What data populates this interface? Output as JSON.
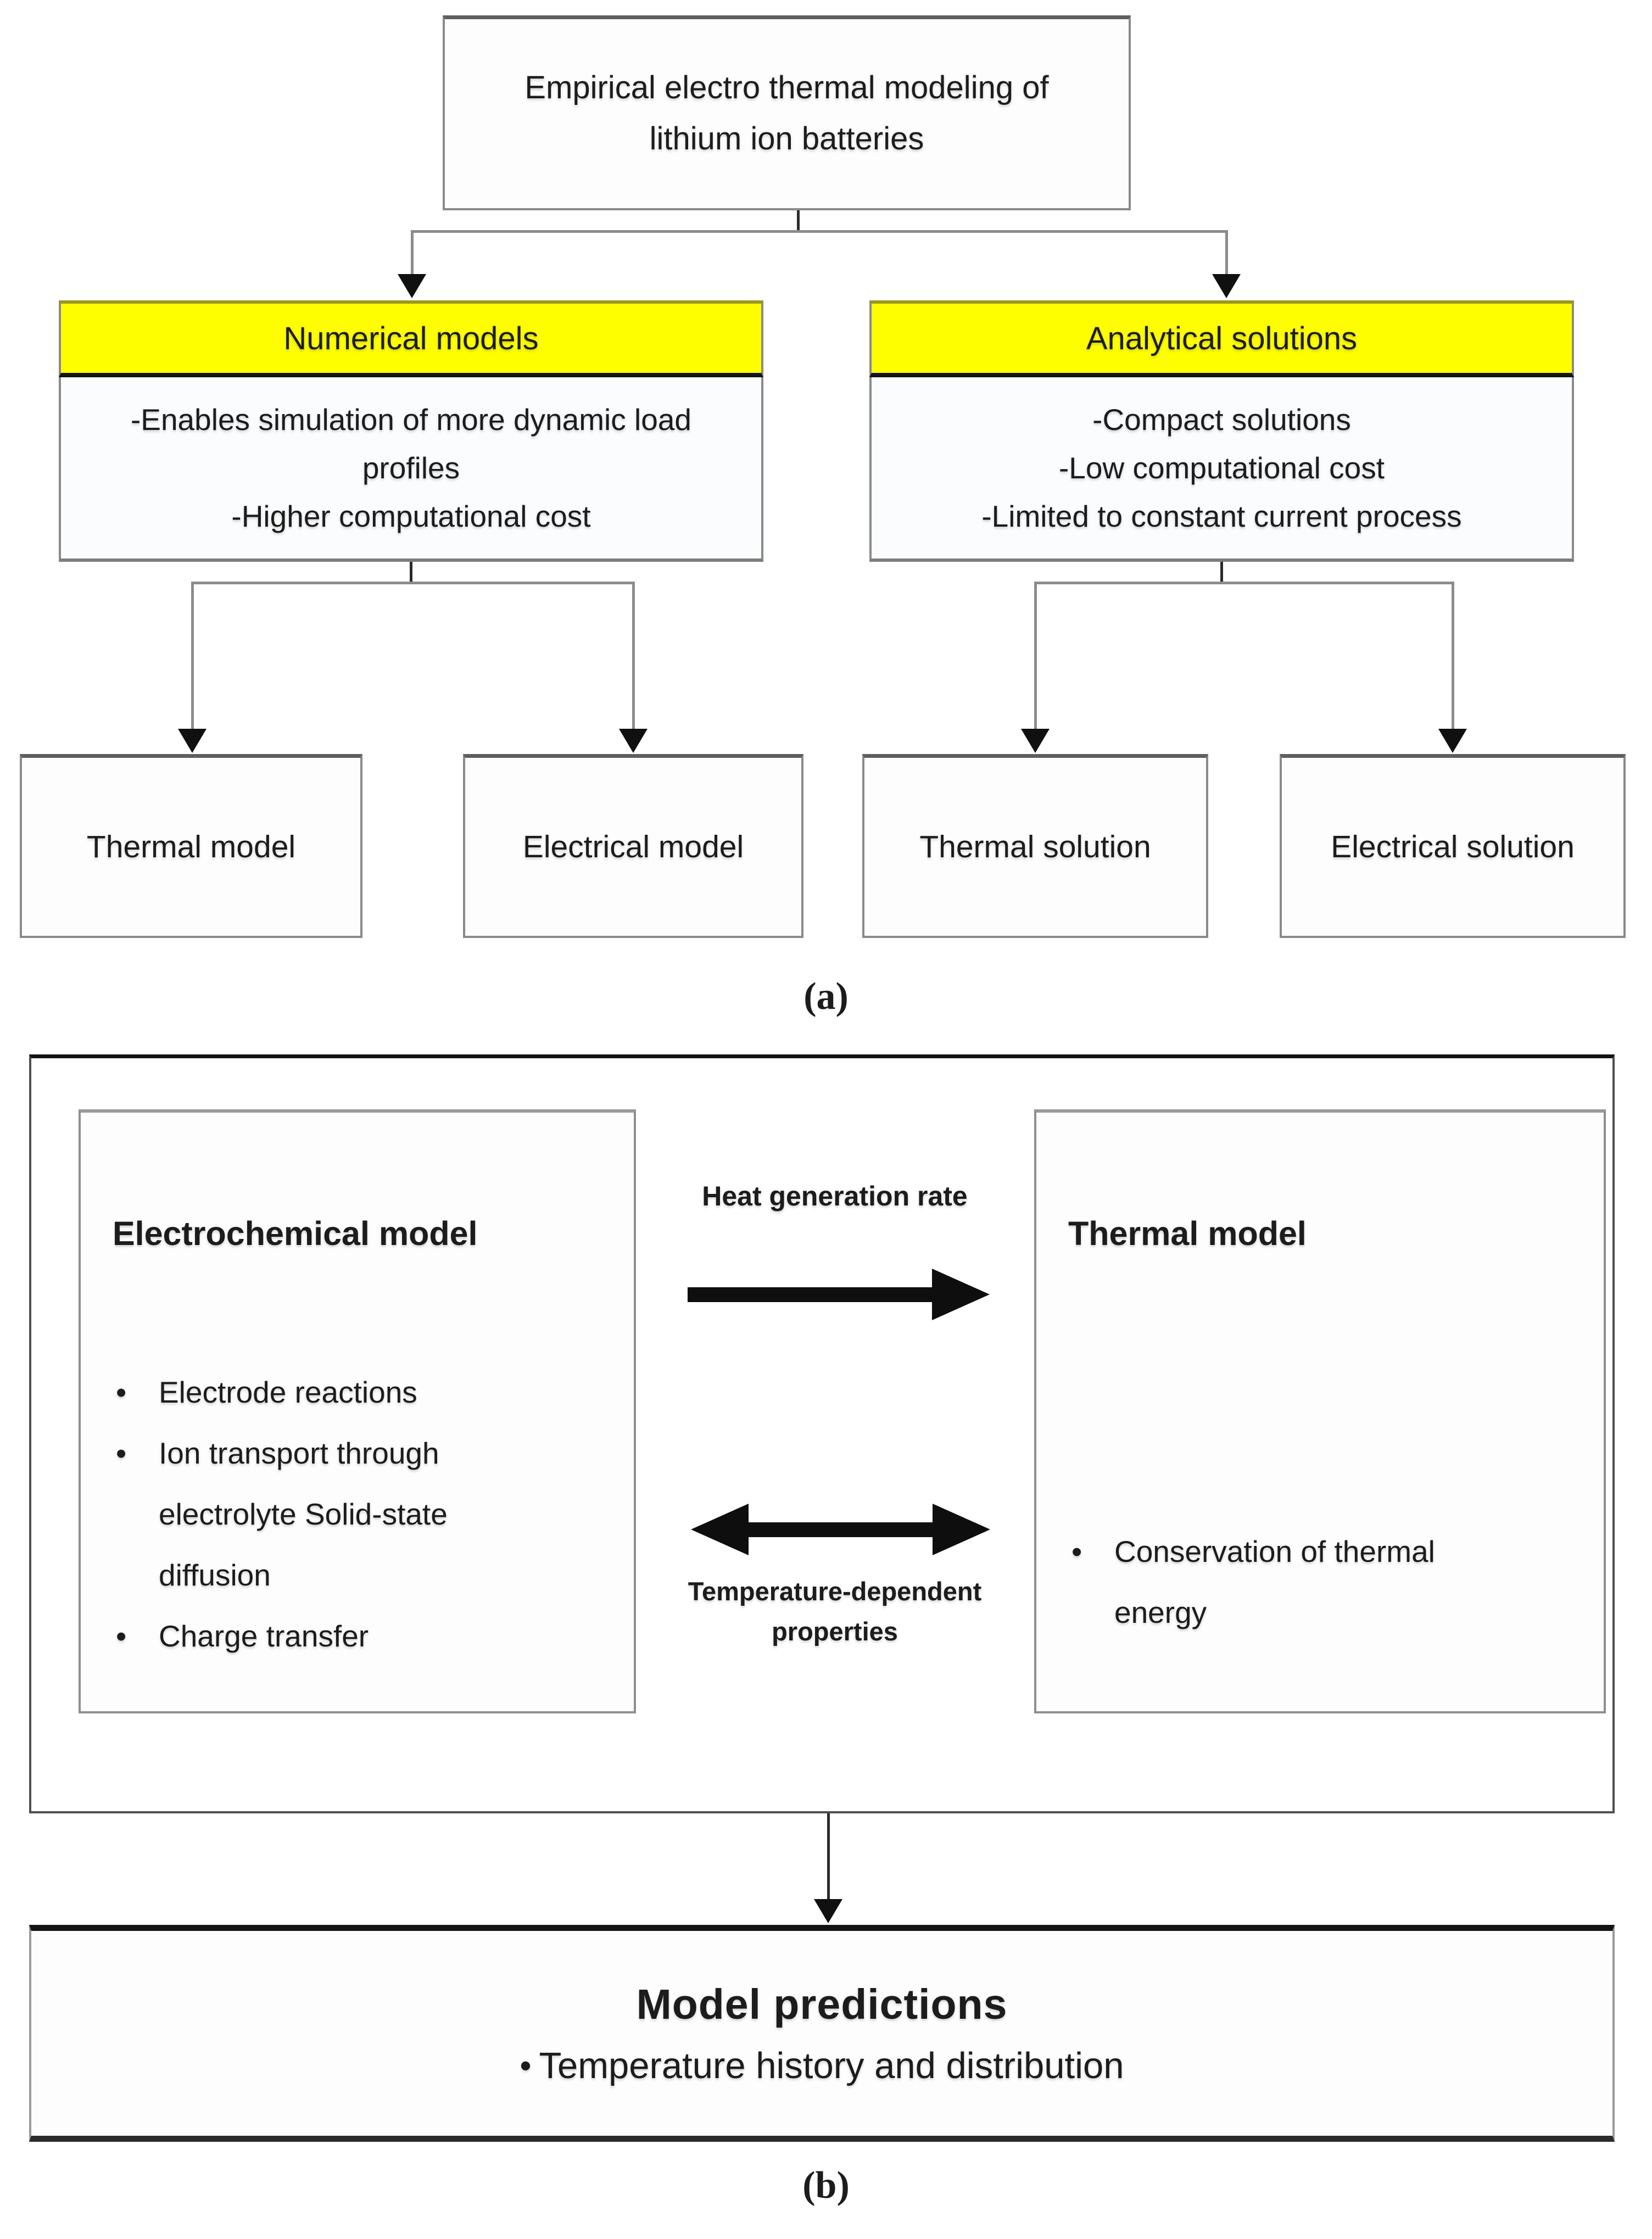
{
  "labels": {
    "part_a": "(a)",
    "part_b": "(b)"
  },
  "tree": {
    "root": "Empirical electro thermal modeling of lithium ion batteries",
    "branches": [
      {
        "header": "Numerical models",
        "points": [
          "-Enables simulation of more dynamic load profiles",
          "-Higher computational cost"
        ],
        "children": [
          "Thermal model",
          "Electrical model"
        ]
      },
      {
        "header": "Analytical solutions",
        "points": [
          "-Compact solutions",
          "-Low computational cost",
          "-Limited to constant current process"
        ],
        "children": [
          "Thermal solution",
          "Electrical solution"
        ]
      }
    ]
  },
  "block": {
    "left": {
      "title": "Electrochemical model",
      "bullets": [
        "Electrode reactions",
        "Ion transport through electrolyte Solid-state diffusion",
        "Charge transfer"
      ]
    },
    "right": {
      "title": "Thermal model",
      "bullets": [
        "Conservation of thermal energy"
      ]
    },
    "heat_label": "Heat generation rate",
    "temp_label": "Temperature-dependent properties",
    "predictions": {
      "title": "Model predictions",
      "bullet": "Temperature history and distribution"
    }
  },
  "colors": {
    "header_fill": "#FEFE00",
    "box_border_gray": "#8A8A8A",
    "connector_gray": "#8C8C8C",
    "line_black": "#141414",
    "background": "#FFFFFF"
  }
}
